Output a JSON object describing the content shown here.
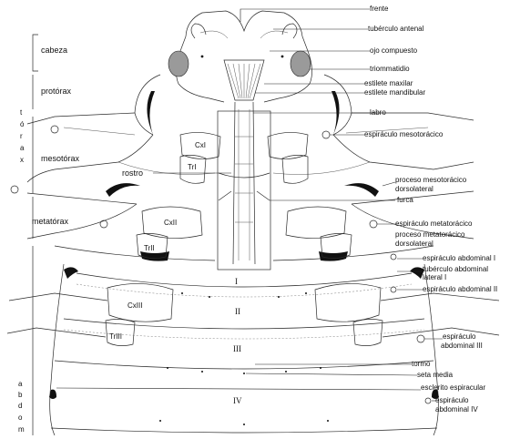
{
  "regions": {
    "cabeza": "cabeza",
    "protorax": "protórax",
    "torax_letters": [
      "t",
      "ó",
      "r",
      "a",
      "x"
    ],
    "mesotorax": "mesotórax",
    "metatorax": "metatórax",
    "abdomen_letters": [
      "a",
      "b",
      "d",
      "o",
      "m"
    ]
  },
  "labels_right": [
    "frente",
    "tubérculo antenal",
    "ojo compuesto",
    "triommatidio",
    "estilete maxilar",
    "estilete mandibular",
    "labro",
    "espiráculo mesotorácico",
    "proceso mesotorácico",
    "dorsolateral",
    "furca",
    "espiráculo metatorácico",
    "proceso metatorácico",
    "dorsolateral",
    "espiráculo abdominal I",
    "tubérculo abdominal",
    "lateral I",
    "espiráculo abdominal II",
    "espiráculo",
    "abdominal III",
    "tormo",
    "seta media",
    "esclerito espiracular",
    "espiráculo",
    "abdominal IV"
  ],
  "inner_labels": {
    "cxi": "CxI",
    "tri": "TrI",
    "rostro": "rostro",
    "cxii": "CxII",
    "trii": "TrII",
    "cxiii": "CxIII",
    "triii": "TrIII"
  },
  "segments": [
    "I",
    "II",
    "III",
    "IV"
  ]
}
